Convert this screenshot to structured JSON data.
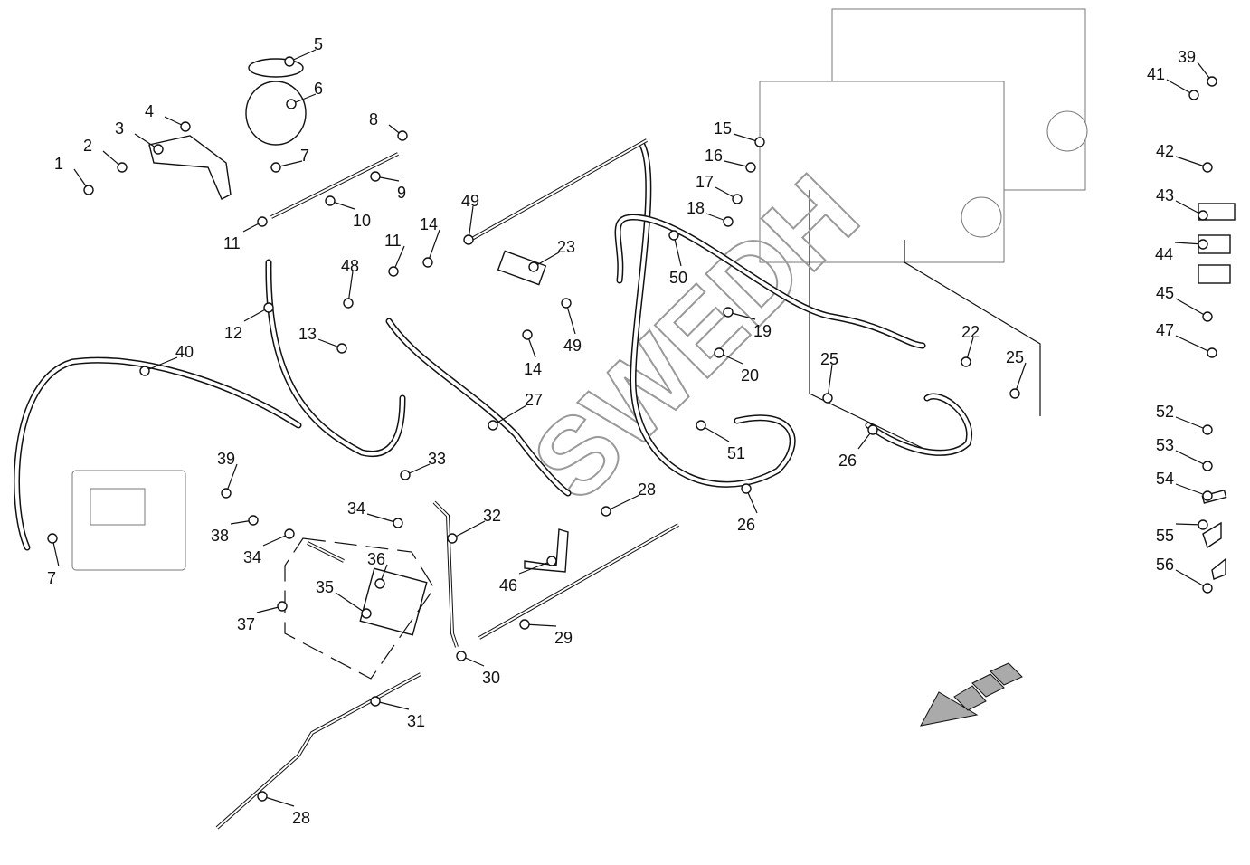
{
  "diagram": {
    "watermark": "SWEDH",
    "callouts": [
      "1",
      "2",
      "3",
      "4",
      "5",
      "6",
      "7",
      "8",
      "9",
      "10",
      "11",
      "11",
      "12",
      "13",
      "14",
      "14",
      "15",
      "16",
      "17",
      "18",
      "19",
      "20",
      "22",
      "23",
      "25",
      "25",
      "26",
      "26",
      "27",
      "28",
      "28",
      "29",
      "30",
      "31",
      "32",
      "33",
      "34",
      "34",
      "35",
      "36",
      "37",
      "38",
      "39",
      "39",
      "40",
      "41",
      "42",
      "43",
      "44",
      "45",
      "46",
      "47",
      "48",
      "49",
      "49",
      "50",
      "51",
      "52",
      "53",
      "54",
      "55",
      "56",
      "7"
    ],
    "direction_arrow": "arrow-down-left-icon"
  }
}
